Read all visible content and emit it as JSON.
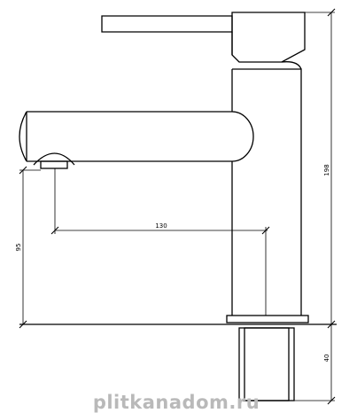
{
  "drawing": {
    "subject": "basin faucet side view technical drawing",
    "line_color": "#000000",
    "background": "#ffffff"
  },
  "dimensions": {
    "spout_reach": "130",
    "spout_height": "95",
    "body_height": "198",
    "base_height": "40"
  },
  "watermark": {
    "text": "plitkanadom.ru",
    "color": "#b9b9b9"
  }
}
